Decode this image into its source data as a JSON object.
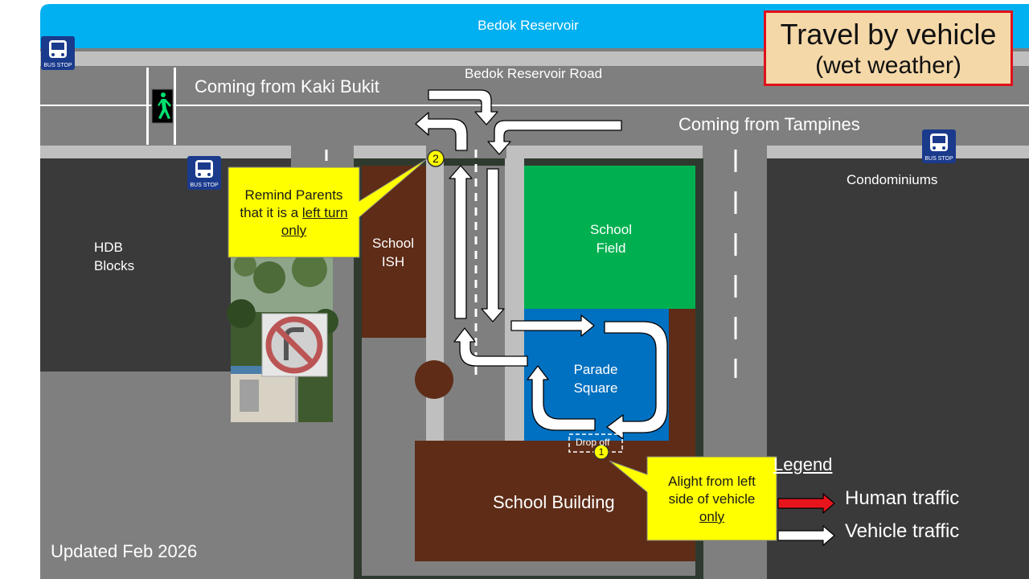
{
  "title": {
    "line1": "Travel by vehicle",
    "line2": "(wet weather)"
  },
  "places": {
    "reservoir": "Bedok Reservoir",
    "road": "Bedok Reservoir Road",
    "from_kaki_bukit": "Coming from Kaki Bukit",
    "from_tampines": "Coming from Tampines",
    "condominiums": "Condominiums",
    "hdb_line1": "HDB",
    "hdb_line2": "Blocks",
    "school_ish_line1": "School",
    "school_ish_line2": "ISH",
    "school_field_line1": "School",
    "school_field_line2": "Field",
    "parade_line1": "Parade",
    "parade_line2": "Square",
    "school_building": "School Building",
    "drop_off": "Drop off"
  },
  "markers": {
    "one": "1",
    "two": "2"
  },
  "callouts": {
    "remind": {
      "line1": "Remind Parents",
      "line2_prefix": "that it is a ",
      "line2_underlined": "left turn",
      "line3": "only"
    },
    "alight": {
      "line1": "Alight from left",
      "line2": "side of vehicle",
      "line3": "only"
    }
  },
  "bus_stop_label": "BUS STOP",
  "legend": {
    "title": "Legend",
    "items": [
      {
        "label": "Human traffic",
        "color": "#e8141c"
      },
      {
        "label": "Vehicle traffic",
        "color": "#ffffff"
      }
    ]
  },
  "updated": "Updated Feb 2026",
  "colors": {
    "reservoir": "#00b0f0",
    "road": "#7f7f7f",
    "pavement": "#bfbfbf",
    "block": "#3a3a3a",
    "building": "#5e2c17",
    "field": "#00b050",
    "parade": "#0070c0",
    "callout": "#ffff00",
    "title_bg": "#f5d8a8",
    "title_border": "#e0101a",
    "bus_stop": "#1a3a8c"
  }
}
